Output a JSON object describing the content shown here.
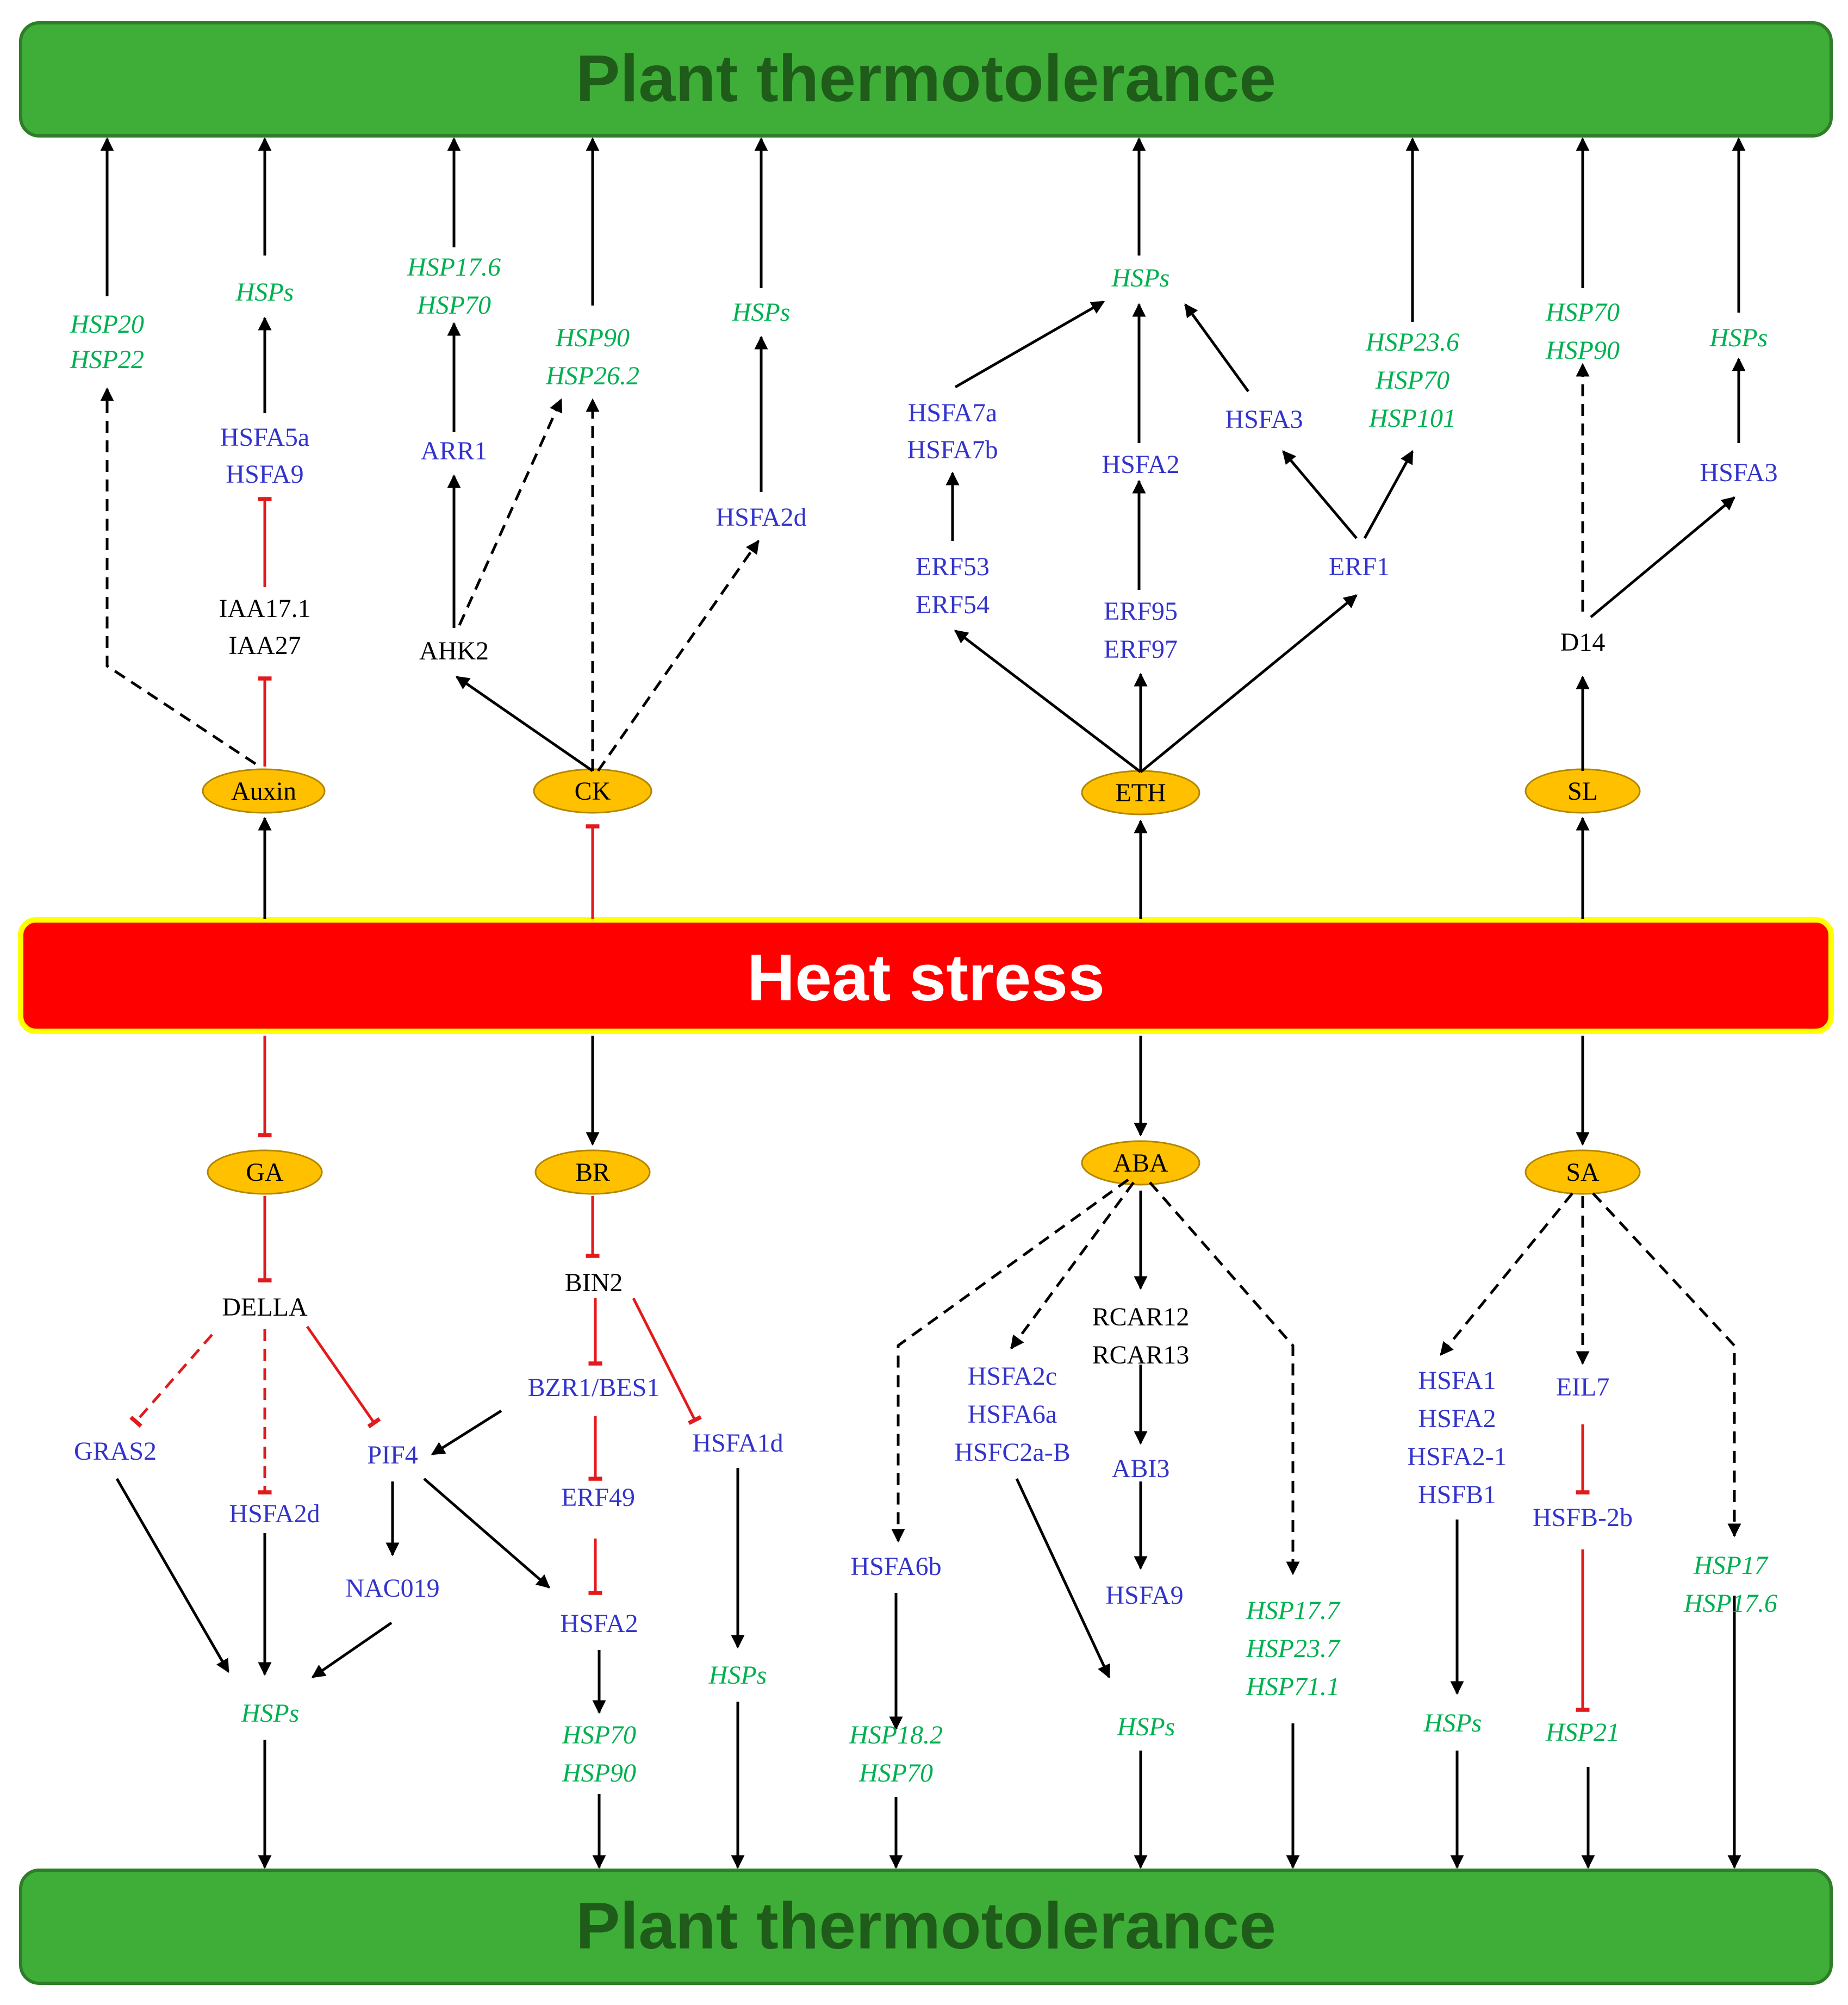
{
  "banners": {
    "top": "Plant thermotolerance",
    "bottom": "Plant thermotolerance",
    "stress": "Heat stress"
  },
  "colors": {
    "gene": "#3333cc",
    "hsp": "#00b050",
    "neutral": "#000000",
    "inhibit": "#e31a1c",
    "banner_green": "#3fae38",
    "banner_text_green": "#1f5c1a",
    "stress_red": "#ff0000",
    "stress_border": "#ffff00",
    "hormone_fill": "#ffc000"
  },
  "hormones": {
    "auxin": "Auxin",
    "ck": "CK",
    "eth": "ETH",
    "sl": "SL",
    "ga": "GA",
    "br": "BR",
    "aba": "ABA",
    "sa": "SA"
  },
  "auxin": {
    "hsp_a": [
      "HSP20",
      "HSP22"
    ],
    "hsps": "HSPs",
    "hsfa": [
      "HSFA5a",
      "HSFA9"
    ],
    "iaa": [
      "IAA17.1",
      "IAA27"
    ]
  },
  "ck": {
    "hsp_a": [
      "HSP17.6",
      "HSP70"
    ],
    "arr1": "ARR1",
    "ahk2": "AHK2",
    "hsp_b": [
      "HSP90",
      "HSP26.2"
    ],
    "hsps": "HSPs",
    "hsfa2d": "HSFA2d"
  },
  "eth": {
    "hsps": "HSPs",
    "hsfa7": [
      "HSFA7a",
      "HSFA7b"
    ],
    "erf53": [
      "ERF53",
      "ERF54"
    ],
    "hsfa2": "HSFA2",
    "erf95": [
      "ERF95",
      "ERF97"
    ],
    "hsfa3": "HSFA3",
    "erf1": "ERF1",
    "hsp_b": [
      "HSP23.6",
      "HSP70",
      "HSP101"
    ]
  },
  "sl": {
    "hsp_a": [
      "HSP70",
      "HSP90"
    ],
    "hsps": "HSPs",
    "hsfa3": "HSFA3",
    "d14": "D14"
  },
  "ga": {
    "della": "DELLA",
    "gras2": "GRAS2",
    "hsfa2d": "HSFA2d",
    "pif4": "PIF4",
    "nac019": "NAC019",
    "hsps": "HSPs"
  },
  "br": {
    "bin2": "BIN2",
    "bzr1": "BZR1/BES1",
    "erf49": "ERF49",
    "hsfa2": "HSFA2",
    "hsp": [
      "HSP70",
      "HSP90"
    ],
    "hsfa1d": "HSFA1d",
    "hsps": "HSPs"
  },
  "aba": {
    "hsfa6b": "HSFA6b",
    "hsp_a": [
      "HSP18.2",
      "HSP70"
    ],
    "hsfa2c": [
      "HSFA2c",
      "HSFA6a",
      "HSFC2a-B"
    ],
    "rcar": [
      "RCAR12",
      "RCAR13"
    ],
    "abi3": "ABI3",
    "hsfa9": "HSFA9",
    "hsps": "HSPs",
    "hsp_b": [
      "HSP17.7",
      "HSP23.7",
      "HSP71.1"
    ]
  },
  "sa": {
    "hsfa1": [
      "HSFA1",
      "HSFA2",
      "HSFA2-1",
      "HSFB1"
    ],
    "hsps": "HSPs",
    "eil7": "EIL7",
    "hsfb2b": "HSFB-2b",
    "hsp21": "HSP21",
    "hsp17": [
      "HSP17",
      "HSP17.6"
    ]
  }
}
